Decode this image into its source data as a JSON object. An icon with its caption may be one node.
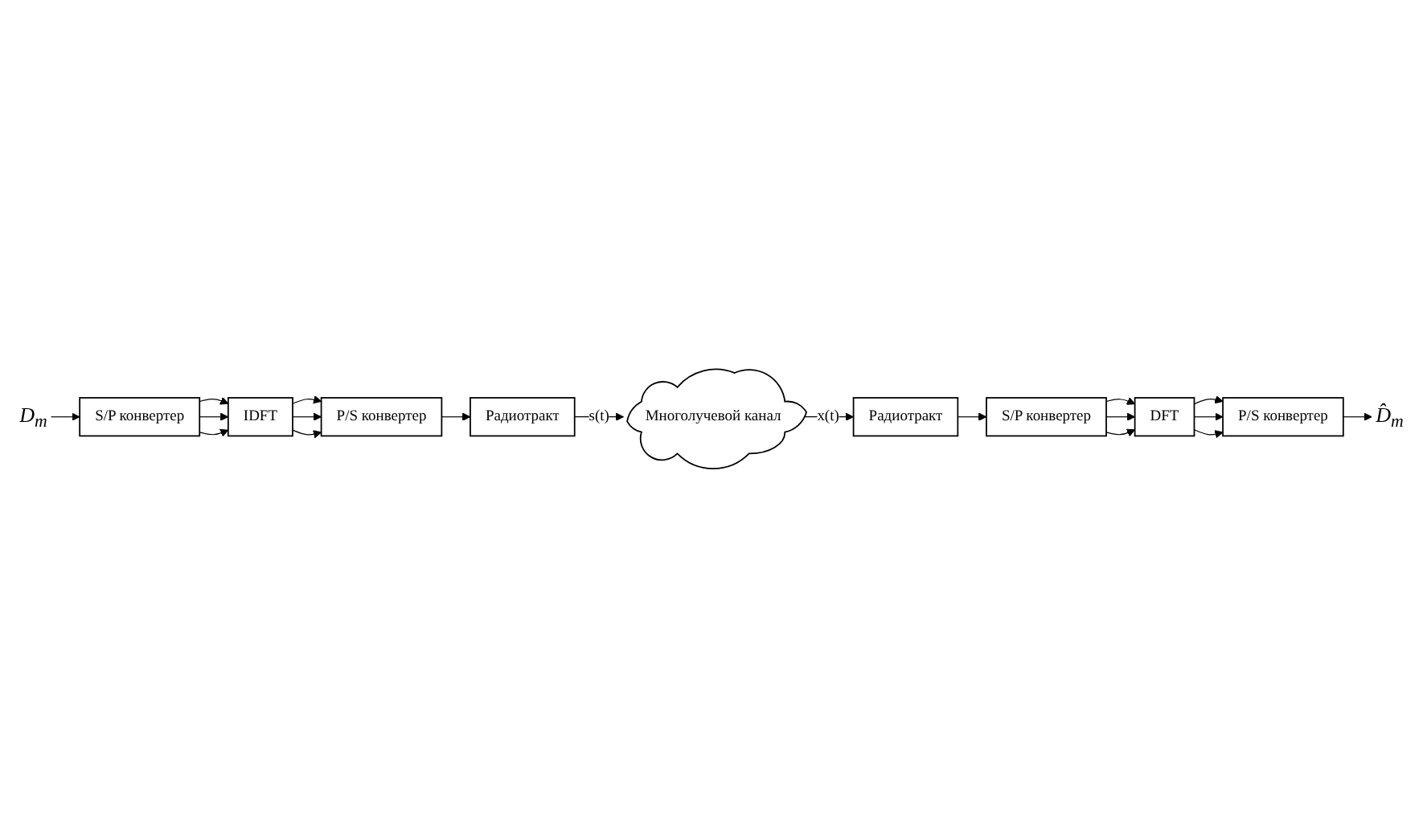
{
  "diagram": {
    "nodes": [
      {
        "text": [
          "D$_{m}$"
        ]
      },
      {
        "text": [
          "S/P конвертер"
        ]
      },
      {
        "text": [
          "IDFT"
        ]
      },
      {
        "text": [
          "P/S конвертер"
        ]
      },
      {
        "text": [
          "Радиотракт"
        ]
      },
      {
        "text": [
          "Многолучевой канал"
        ]
      },
      {
        "text": [
          "D̂$_{m}$"
        ]
      },
      {
        "text": [
          "P/S конвертер"
        ]
      },
      {
        "text": [
          "DFT"
        ]
      },
      {
        "text": [
          "S/P конвертер"
        ]
      },
      {
        "text": [
          "Радиотракт"
        ]
      }
    ],
    "edges": [
      {
        "from": 0,
        "to": 1,
        "arrow": "to"
      },
      {
        "from": 1,
        "to": 2,
        "arrow": "to"
      },
      {
        "from": 1,
        "to": 2,
        "arrow": "to"
      },
      {
        "from": 1,
        "to": 2,
        "arrow": "to"
      },
      {
        "from": 2,
        "to": 3,
        "arrow": "to"
      },
      {
        "from": 2,
        "to": 3,
        "arrow": "to"
      },
      {
        "from": 2,
        "to": 3,
        "arrow": "to"
      },
      {
        "from": 3,
        "to": 4,
        "arrow": "to"
      },
      {
        "from": 4,
        "to": 5,
        "arrow": "to",
        "label": "s(t)"
      },
      {
        "from": 5,
        "to": 10,
        "arrow": "to",
        "label": "x(t)"
      },
      {
        "from": 10,
        "to": 9,
        "arrow": "to"
      },
      {
        "from": 9,
        "to": 8,
        "arrow": "to"
      },
      {
        "from": 9,
        "to": 8,
        "arrow": "to"
      },
      {
        "from": 9,
        "to": 8,
        "arrow": "to"
      },
      {
        "from": 8,
        "to": 7,
        "arrow": "to"
      },
      {
        "from": 8,
        "to": 7,
        "arrow": "to"
      },
      {
        "from": 8,
        "to": 7,
        "arrow": "to"
      },
      {
        "from": 7,
        "to": 6,
        "arrow": "to"
      }
    ]
  }
}
